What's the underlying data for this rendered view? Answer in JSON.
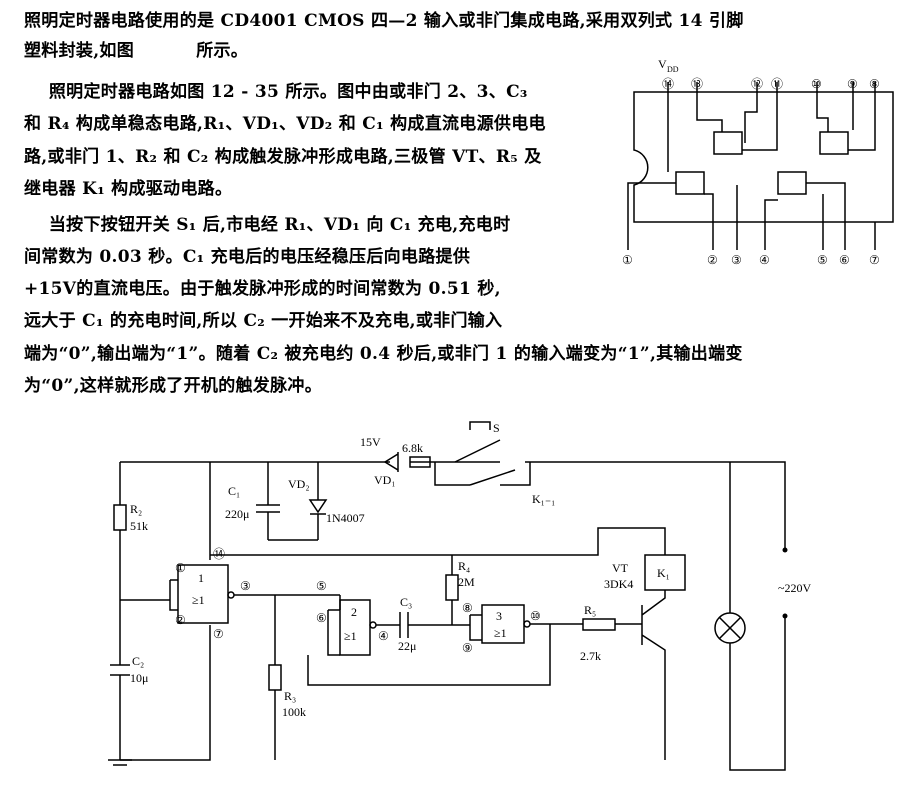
{
  "text": {
    "lines": [
      "照明定时器电路使用的是 CD4001 CMOS 四—2 输入或非门集成电路,采用双列式 14 引脚",
      "塑料封装,如图          所示。",
      "    照明定时器电路如图 12 - 35 所示。图中由或非门 2、3、C₃",
      "和 R₄ 构成单稳态电路,R₁、VD₁、VD₂ 和 C₁ 构成直流电源供电电",
      "路,或非门 1、R₂ 和 C₂ 构成触发脉冲形成电路,三极管 VT、R₅ 及",
      "继电器 K₁ 构成驱动电路。",
      "    当按下按钮开关 S₁ 后,市电经 R₁、VD₁ 向 C₁ 充电,充电时",
      "间常数为 0.03 秒。C₁ 充电后的电压经稳压后向电路提供",
      "+15V的直流电压。由于触发脉冲形成的时间常数为 0.51 秒,",
      "远大于 C₁ 的充电时间,所以 C₂ 一开始来不及充电,或非门输入",
      "端为“0”,输出端为“1”。随着 C₂ 被充电约 0.4 秒后,或非门 1 的输入端变为“1”,其输出端变",
      "为“0”,这样就形成了开机的触发脉冲。"
    ]
  },
  "ic": {
    "vdd": "V",
    "vdd_sub": "DD",
    "top_pins": [
      "⑭",
      "⑬",
      "⑫",
      "⑪",
      "⑩",
      "⑨",
      "⑧"
    ],
    "bottom_pins": [
      "①",
      "②",
      "③",
      "④",
      "⑤",
      "⑥",
      "⑦"
    ],
    "gate_symbol": "/\\"
  },
  "circuit": {
    "v15": "15V",
    "r1": "6.8k",
    "s": "S",
    "vd1": "VD₁",
    "c1": "C₁",
    "c1v": "220μ",
    "vd2": "VD₂",
    "vd2p": "1N4007",
    "k11": "K₁₋₁",
    "r2": "R₂",
    "r2v": "51k",
    "c2": "C₂",
    "c2v": "10μ",
    "r3": "R₃",
    "r3v": "100k",
    "g1": "1",
    "g2": "2",
    "g3": "3",
    "ge": "≥1",
    "p1": "①",
    "p2": "②",
    "p3": "③",
    "p5": "⑤",
    "p6": "⑥",
    "p4": "④",
    "p7": "⑦",
    "p14": "⑭",
    "p8": "⑧",
    "p9": "⑨",
    "p10": "⑩",
    "c3": "C₃",
    "c3v": "22μ",
    "r4": "R₄",
    "r4v": "2M",
    "r5": "R₅",
    "r5v": "2.7k",
    "vt": "VT",
    "vtp": "3DK4",
    "k1": "K₁",
    "ac": "~220V"
  }
}
